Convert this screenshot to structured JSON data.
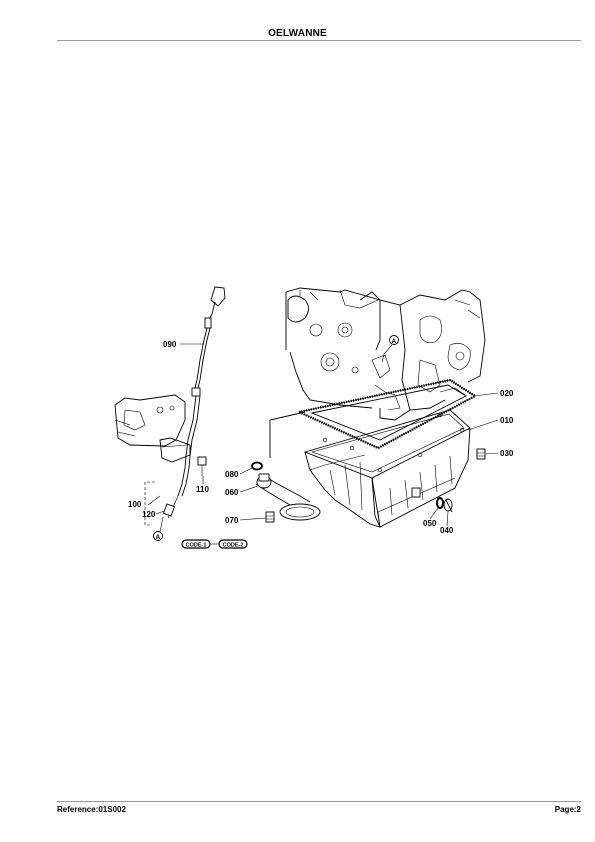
{
  "header": {
    "title": "OELWANNE"
  },
  "footer": {
    "reference": "Reference:01S002",
    "page": "Page:2"
  },
  "diagram": {
    "parts": [
      "090",
      "020",
      "010",
      "030",
      "080",
      "060",
      "110",
      "100",
      "120",
      "070",
      "050",
      "040"
    ],
    "callout": "A",
    "badges": [
      "CODE-1",
      "CODE-2"
    ]
  }
}
